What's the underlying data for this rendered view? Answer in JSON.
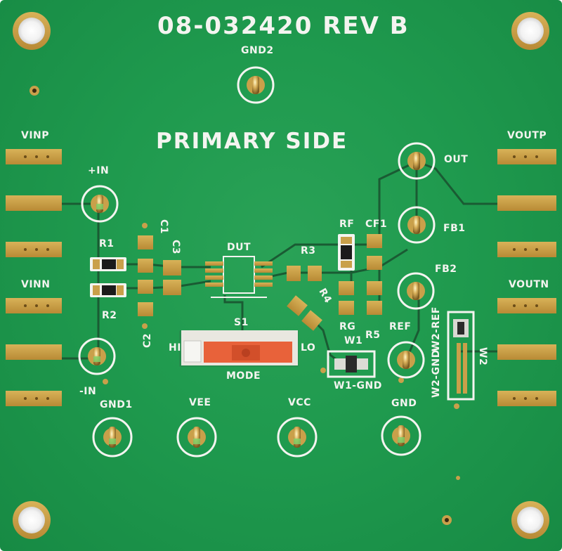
{
  "board": {
    "part_number": "08-032420 REV B",
    "side": "PRIMARY SIDE",
    "colors": {
      "pcb": "#1f9a4e",
      "silkscreen": "#f4f4f0",
      "copper": "#c9a04a",
      "trace": "#1a5b33",
      "switch": "#e8623a"
    }
  },
  "labels": {
    "gnd2": "GND2",
    "vinp": "VINP",
    "vinn": "VINN",
    "voutp": "VOUTP",
    "voutn": "VOUTN",
    "plus_in": "+IN",
    "minus_in": "-IN",
    "out": "OUT",
    "fb1": "FB1",
    "fb2": "FB2",
    "ref": "REF",
    "r1": "R1",
    "r2": "R2",
    "r3": "R3",
    "r4": "R4",
    "r5": "R5",
    "rf": "RF",
    "rg": "RG",
    "c1": "C1",
    "c2": "C2",
    "c3": "C3",
    "cf1": "CF1",
    "dut": "DUT",
    "s1": "S1",
    "hi": "HI",
    "lo": "LO",
    "mode": "MODE",
    "w1": "W1",
    "w1_gnd": "W1-GND",
    "w2": "W2",
    "w2_gnd": "W2-GND",
    "w2_ref": "W2-REF",
    "gnd1": "GND1",
    "vee": "VEE",
    "vcc": "VCC",
    "gnd": "GND"
  }
}
